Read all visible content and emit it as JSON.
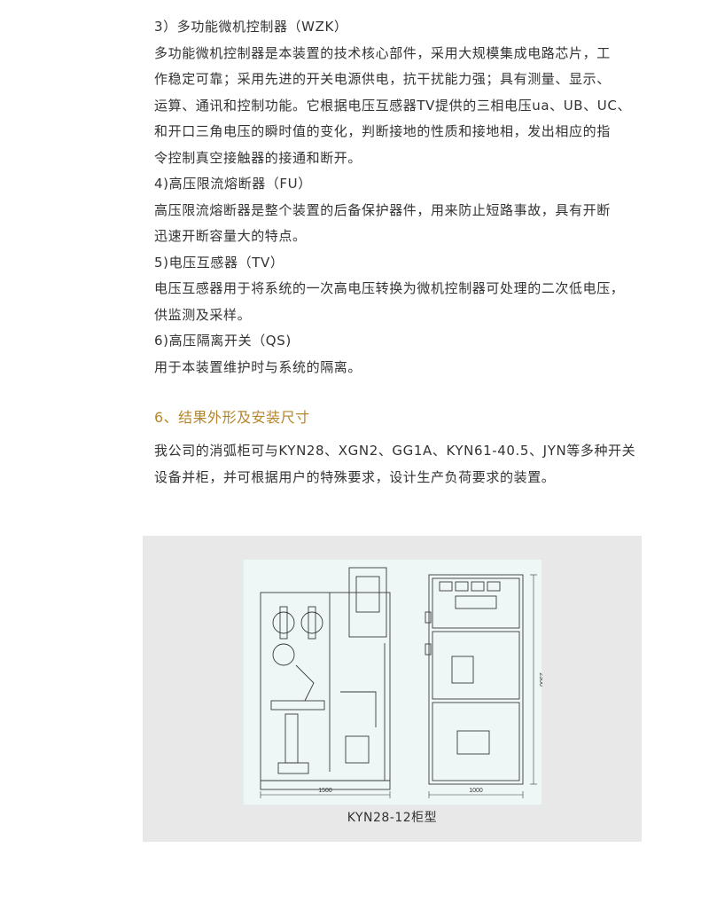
{
  "body_lines": [
    "3）多功能微机控制器（WZK）",
    "多功能微机控制器是本装置的技术核心部件，采用大规模集成电路芯片，工",
    "作稳定可靠；采用先进的开关电源供电，抗干扰能力强；具有测量、显示、",
    "运算、通讯和控制功能。它根据电压互感器TV提供的三相电压ua、UB、UC、",
    "和开口三角电压的瞬时值的变化，判断接地的性质和接地相，发出相应的指",
    "令控制真空接触器的接通和断开。",
    "4)高压限流熔断器（FU）",
    "高压限流熔断器是整个装置的后备保护器件，用来防止短路事故，具有开断",
    "迅速开断容量大的特点。",
    "5)电压互感器（TV）",
    "电压互感器用于将系统的一次高电压转换为微机控制器可处理的二次低电压，",
    "供监测及采样。",
    "6)高压隔离开关（QS)",
    "用于本装置维护时与系统的隔离。"
  ],
  "section": {
    "title": "6、结果外形及安装尺寸"
  },
  "intro_lines": [
    "我公司的消弧柜可与KYN28、XGN2、GG1A、KYN61-40.5、JYN等多种开关",
    "设备并柜，并可根据用户的特殊要求，设计生产负荷要求的装置。"
  ],
  "figure": {
    "side_width": "1500",
    "front_width": "1000",
    "height": "2300",
    "caption": "KYN28-12柜型",
    "accent_color": "#b5862c",
    "panel_color": "#e8e8e8",
    "drawing_bg": "#eef6f6"
  }
}
